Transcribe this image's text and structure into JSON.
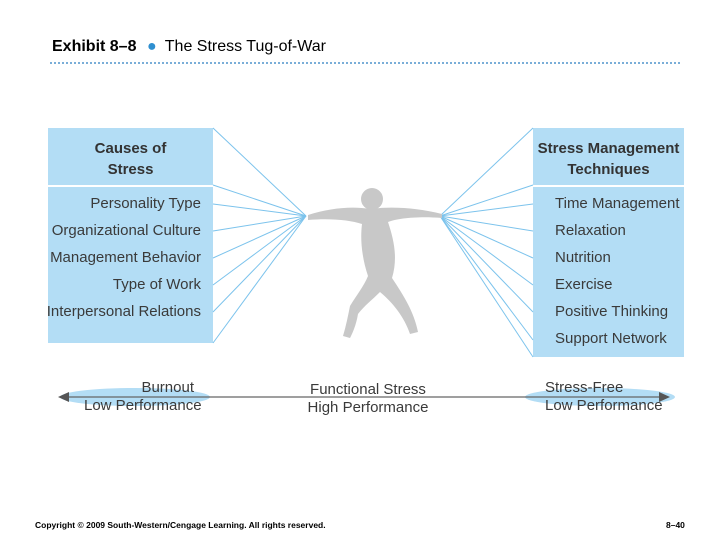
{
  "title": {
    "exhibit": "Exhibit 8–8",
    "bullet": "●",
    "text": "The Stress Tug-of-War"
  },
  "left_box": {
    "heading_line1": "Causes of",
    "heading_line2": "Stress",
    "items": [
      "Personality Type",
      "Organizational Culture",
      "Management Behavior",
      "Type of Work",
      "Interpersonal Relations"
    ]
  },
  "right_box": {
    "heading_line1": "Stress Management",
    "heading_line2": "Techniques",
    "items": [
      "Time Management",
      "Relaxation",
      "Nutrition",
      "Exercise",
      "Positive Thinking",
      "Support Network"
    ]
  },
  "scale": {
    "left_line1": "Burnout",
    "left_line2": "Low Performance",
    "center_line1": "Functional Stress",
    "center_line2": "High Performance",
    "right_line1": "Stress-Free",
    "right_line2": "Low Performance"
  },
  "footer": {
    "copyright": "Copyright © 2009 South-Western/Cengage Learning. All rights reserved.",
    "page": "8–40"
  },
  "colors": {
    "box_fill": "#b3ddf5",
    "line": "#7cc3ec",
    "figure": "#c8c8c8",
    "bullet": "#2f8fd0",
    "rule": "#7aaed8"
  },
  "icons": {
    "figure": "tug-of-war-person-icon",
    "left_arrow": "arrow-left-icon",
    "right_arrow": "arrow-right-icon"
  }
}
